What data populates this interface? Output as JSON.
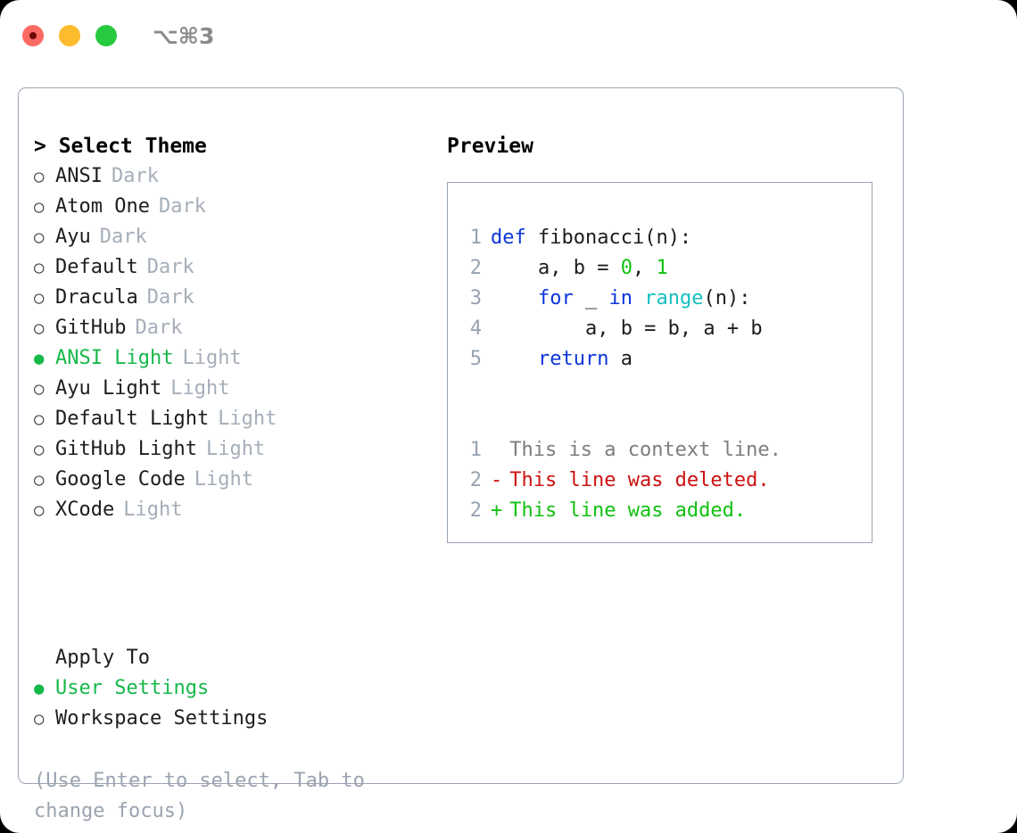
{
  "window": {
    "title": "⌥⌘3",
    "traffic_lights": [
      {
        "name": "close",
        "color": "#fb6a62"
      },
      {
        "name": "minimize",
        "color": "#fdbc2e"
      },
      {
        "name": "maximize",
        "color": "#27c93f"
      }
    ]
  },
  "theme_panel": {
    "header": "> Select Theme",
    "selected_theme": "ANSI Light",
    "themes": [
      {
        "bullet": "○",
        "name": "ANSI",
        "kind": "Dark",
        "selected": false
      },
      {
        "bullet": "○",
        "name": "Atom One",
        "kind": "Dark",
        "selected": false
      },
      {
        "bullet": "○",
        "name": "Ayu",
        "kind": "Dark",
        "selected": false
      },
      {
        "bullet": "○",
        "name": "Default",
        "kind": "Dark",
        "selected": false
      },
      {
        "bullet": "○",
        "name": "Dracula",
        "kind": "Dark",
        "selected": false
      },
      {
        "bullet": "○",
        "name": "GitHub",
        "kind": "Dark",
        "selected": false
      },
      {
        "bullet": "●",
        "name": "ANSI Light",
        "kind": "Light",
        "selected": true
      },
      {
        "bullet": "○",
        "name": "Ayu Light",
        "kind": "Light",
        "selected": false
      },
      {
        "bullet": "○",
        "name": "Default Light",
        "kind": "Light",
        "selected": false
      },
      {
        "bullet": "○",
        "name": "GitHub Light",
        "kind": "Light",
        "selected": false
      },
      {
        "bullet": "○",
        "name": "Google Code",
        "kind": "Light",
        "selected": false
      },
      {
        "bullet": "○",
        "name": "XCode",
        "kind": "Light",
        "selected": false
      }
    ]
  },
  "apply_to": {
    "title": "Apply To",
    "selected_option": "User Settings",
    "options": [
      {
        "bullet": "●",
        "label": "User Settings",
        "selected": true
      },
      {
        "bullet": "○",
        "label": "Workspace Settings",
        "selected": false
      }
    ]
  },
  "hint": "(Use Enter to select, Tab to change focus)",
  "preview": {
    "title": "Preview",
    "code_lines": [
      {
        "number": "1",
        "tokens": [
          {
            "t": "def",
            "c": "kw"
          },
          {
            "t": " fibonacci(n):",
            "c": "plain"
          }
        ]
      },
      {
        "number": "2",
        "tokens": [
          {
            "t": "    a, b = ",
            "c": "plain"
          },
          {
            "t": "0",
            "c": "num"
          },
          {
            "t": ", ",
            "c": "plain"
          },
          {
            "t": "1",
            "c": "num"
          }
        ]
      },
      {
        "number": "3",
        "tokens": [
          {
            "t": "    ",
            "c": "plain"
          },
          {
            "t": "for",
            "c": "kw"
          },
          {
            "t": " _ ",
            "c": "plain"
          },
          {
            "t": "in",
            "c": "kw"
          },
          {
            "t": " ",
            "c": "plain"
          },
          {
            "t": "range",
            "c": "fn"
          },
          {
            "t": "(n):",
            "c": "plain"
          }
        ]
      },
      {
        "number": "4",
        "tokens": [
          {
            "t": "        a, b = b, a + b",
            "c": "plain"
          }
        ]
      },
      {
        "number": "5",
        "tokens": [
          {
            "t": "    ",
            "c": "plain"
          },
          {
            "t": "return",
            "c": "kw"
          },
          {
            "t": " a",
            "c": "plain"
          }
        ]
      }
    ],
    "diff_lines": [
      {
        "number": "1",
        "sign": " ",
        "text": "This is a context line.",
        "kind": "ctx"
      },
      {
        "number": "2",
        "sign": "-",
        "text": "This line was deleted.",
        "kind": "del"
      },
      {
        "number": "2",
        "sign": "+",
        "text": "This line was added.",
        "kind": "add"
      }
    ]
  }
}
